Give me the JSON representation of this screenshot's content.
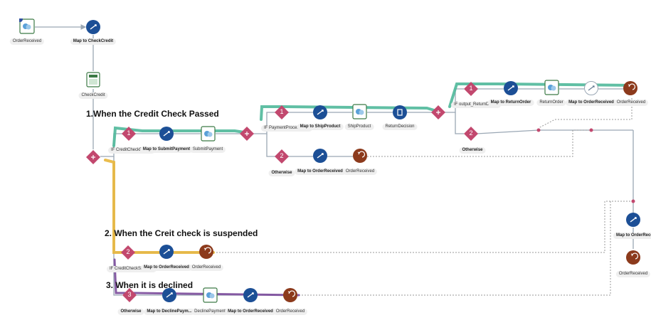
{
  "annotations": {
    "passed": "1.When the Credit Check Passed",
    "suspended": "2. When the Creit check is suspended",
    "declined": "3. When it is declined"
  },
  "labels": {
    "order_received_trigger": "OrderReceived",
    "map_check_credit": "Map to CheckCredit",
    "check_credit": "CheckCredit",
    "if_credit_check_passed": "IF CreditCheckPass...",
    "map_submit_payment": "Map to SubmitPayment",
    "submit_payment": "SubmitPayment",
    "if_payment_processed": "IF PaymentProcessed...",
    "map_ship_product": "Map to ShipProduct",
    "ship_product": "ShipProduct",
    "return_decision": "ReturnDecision",
    "if_output_return": "IF output_ReturnDeci...",
    "map_return_order": "Map to ReturnOrder",
    "return_order": "ReturnOrder",
    "map_order_received_top": "Map to OrderReceived",
    "order_received_top": "OrderReceived",
    "otherwise_return": "Otherwise",
    "otherwise_payment": "Otherwise",
    "map_order_received_payment": "Map to OrderReceived",
    "order_received_payment": "OrderReceived",
    "if_credit_check_suspended": "IF CreditCheckSuspe...",
    "map_order_received_suspended": "Map to OrderReceived",
    "order_received_suspended": "OrderReceived",
    "otherwise_declined": "Otherwise",
    "map_decline_payment": "Map to DeclinePaym...",
    "decline_payment": "DeclinePayment",
    "map_order_received_declined": "Map to OrderReceived",
    "order_received_declined": "OrderReceived",
    "map_order_received_final": "Map to OrderReceive",
    "order_received_final": "OrderReceived"
  },
  "branch_numbers": {
    "credit_passed": "1",
    "credit_suspended": "2",
    "credit_declined": "3",
    "payment_processed": "1",
    "payment_otherwise": "2",
    "return_output": "1",
    "return_otherwise": "2"
  },
  "colors": {
    "switch": "#c2486e",
    "map": "#1c4f96",
    "return": "#8c3a1c",
    "line": "#9aa7b4",
    "dashed": "#9a9a9a",
    "highlight_passed": "#4fb89a",
    "highlight_suspended": "#e8b63b",
    "highlight_declined": "#7a4a9a"
  }
}
